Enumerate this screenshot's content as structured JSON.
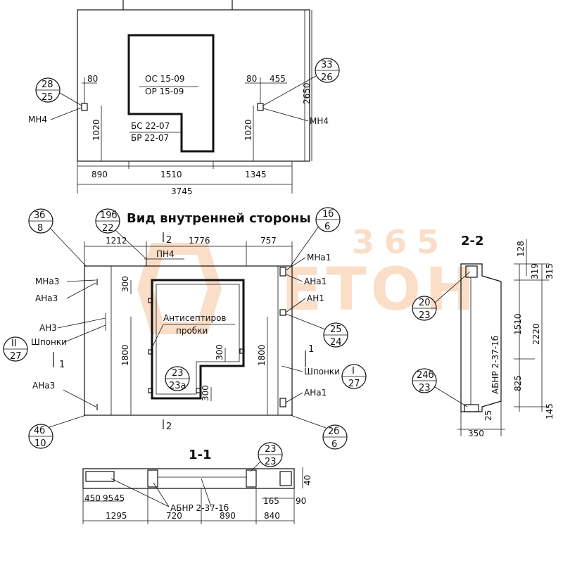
{
  "top_view": {
    "opening_labels": [
      "ОС 15-09",
      "ОР 15-09",
      "БС 22-07",
      "БР 22-07"
    ],
    "callout_left": {
      "top": "28",
      "bottom": "25"
    },
    "callout_right": {
      "top": "33",
      "bottom": "26"
    },
    "embed_left": "МН4",
    "embed_right": "МН4",
    "dims": {
      "d80_left": "80",
      "d80_right": "80",
      "d455": "455",
      "d1020_left": "1020",
      "d1020_right": "1020",
      "d2650": "2650",
      "d890": "890",
      "d1510": "1510",
      "d1345": "1345",
      "d3745": "3745"
    }
  },
  "inner_view": {
    "title": "Вид внутренней стороны",
    "callouts": {
      "c1": {
        "top": "3б",
        "bottom": "8"
      },
      "c2": {
        "top": "19б",
        "bottom": "22"
      },
      "c3": {
        "top": "1б",
        "bottom": "6"
      },
      "c4": {
        "top": "II",
        "bottom": "27"
      },
      "c5": {
        "top": "25",
        "bottom": "24"
      },
      "c6": {
        "top": "I",
        "bottom": "27"
      },
      "c7": {
        "top": "23",
        "bottom": "23а"
      },
      "c8": {
        "top": "4б",
        "bottom": "10"
      },
      "c9": {
        "top": "2б",
        "bottom": "6"
      }
    },
    "labels": {
      "mna3_top": "МНа3",
      "ana3_top": "АНа3",
      "an3": "АН3",
      "shponki_left": "Шпонки",
      "ana3_bottom": "АНа3",
      "mna1": "МНа1",
      "ana1_top": "АНа1",
      "an1": "АН1",
      "shponki_right": "Шпонки",
      "ana1_bottom": "АНа1",
      "pn4": "ПН4",
      "antiseptic_1": "Антисептиров",
      "antiseptic_2": "пробки",
      "sec_left_num": "1",
      "sec_right_num": "1",
      "sec_top": "2",
      "sec_bottom": "2"
    },
    "dims": {
      "d1212": "1212",
      "d1776": "1776",
      "d757": "757",
      "d300_a": "300",
      "d300_b": "300",
      "d300_c": "300",
      "d1800_left": "1800",
      "d1800_right": "1800"
    }
  },
  "section_2_2": {
    "title": "2-2",
    "callout_a": {
      "top": "20",
      "bottom": "23"
    },
    "callout_b": {
      "top": "24б",
      "bottom": "23"
    },
    "rebar": "АБНР 2-37-1б",
    "dims": {
      "d128": "128",
      "d315": "315",
      "d319": "319",
      "d1510": "1510",
      "d2220": "2220",
      "d825": "825",
      "d25": "25",
      "d145": "145",
      "d350": "350"
    }
  },
  "section_1_1": {
    "title": "1-1",
    "callout": {
      "top": "23",
      "bottom": "23"
    },
    "rebar": "АБНР 2-37-1б",
    "dims": {
      "d450": "450",
      "d95": "95",
      "d45": "45",
      "d165": "165",
      "d40": "40",
      "d90": "90",
      "d1295": "1295",
      "d720": "720",
      "d890": "890",
      "d840": "840"
    }
  },
  "watermark": {
    "number": "365",
    "brand": "ЕТОН",
    "color": "#f08a3c"
  }
}
